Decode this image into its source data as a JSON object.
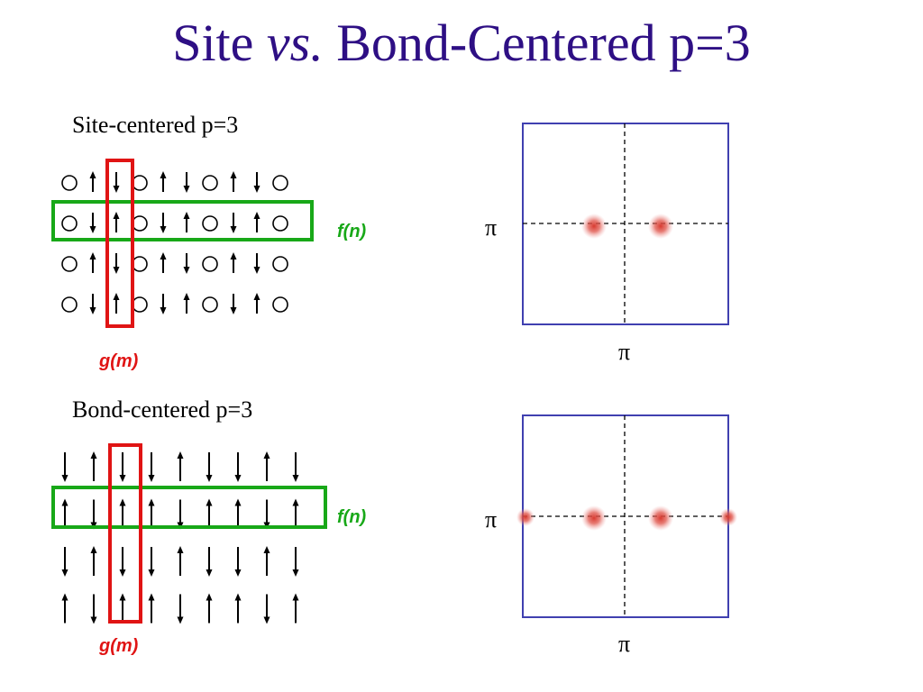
{
  "title": {
    "main": "Site ",
    "vs": "vs.",
    "rest": " Bond-Centered p=3"
  },
  "site_panel": {
    "label": "Site-centered p=3",
    "rows": [
      [
        "o",
        "u",
        "d",
        "o",
        "u",
        "d",
        "o",
        "u",
        "d",
        "o"
      ],
      [
        "o",
        "d",
        "u",
        "o",
        "d",
        "u",
        "o",
        "d",
        "u",
        "o"
      ],
      [
        "o",
        "u",
        "d",
        "o",
        "u",
        "d",
        "o",
        "u",
        "d",
        "o"
      ],
      [
        "o",
        "d",
        "u",
        "o",
        "d",
        "u",
        "o",
        "d",
        "u",
        "o"
      ]
    ],
    "row_label": "f(n)",
    "column_label": "g(m)",
    "pi_y_label": "π",
    "pi_x_label": "π",
    "peaks": 2
  },
  "bond_panel": {
    "label": "Bond-centered p=3",
    "rows": [
      [
        "d",
        "u",
        "d",
        "d",
        "u",
        "d",
        "d",
        "u",
        "d"
      ],
      [
        "u",
        "d",
        "u",
        "u",
        "d",
        "u",
        "u",
        "d",
        "u"
      ],
      [
        "d",
        "u",
        "d",
        "d",
        "u",
        "d",
        "d",
        "u",
        "d"
      ],
      [
        "u",
        "d",
        "u",
        "u",
        "d",
        "u",
        "u",
        "d",
        "u"
      ]
    ],
    "row_label": "f(n)",
    "column_label": "g(m)",
    "pi_y_label": "π",
    "pi_x_label": "π",
    "peaks": 4
  },
  "colors": {
    "title": "#2e0f84",
    "highlight_row": "#18a818",
    "highlight_column": "#e01414",
    "box": "#4040b0",
    "peak": "#d83a30"
  },
  "icons": {
    "empty_site": "circle-icon",
    "spin_up": "arrow-up-icon",
    "spin_down": "arrow-down-icon"
  }
}
